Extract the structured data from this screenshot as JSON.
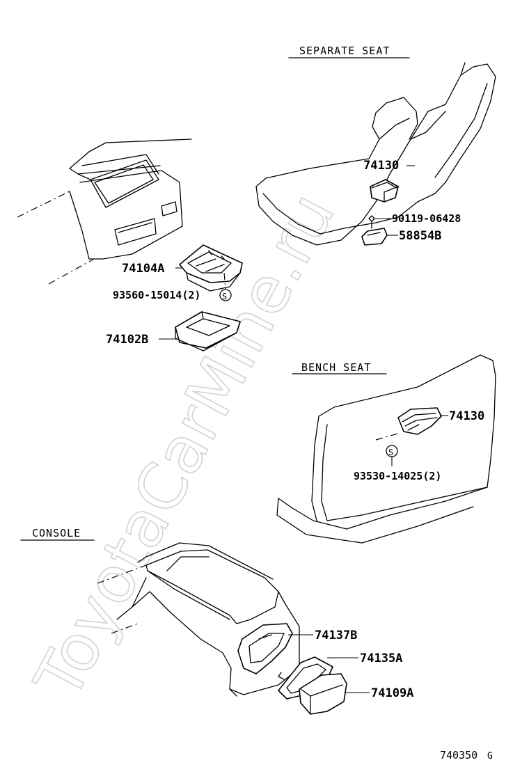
{
  "watermark": "ToyotaCarMine.ru",
  "sections": {
    "separate_seat": "SEPARATE SEAT",
    "bench_seat": "BENCH SEAT",
    "console": "CONSOLE"
  },
  "parts": {
    "p74104a": "74104A",
    "p93560": "93560-15014(2)",
    "p74102b": "74102B",
    "p74130_sep": "74130",
    "p90119": "90119-06428",
    "p58854b": "58854B",
    "p74130_bench": "74130",
    "p93530": "93530-14025(2)",
    "p74137b": "74137B",
    "p74135a": "74135A",
    "p74109a": "74109A"
  },
  "screw_symbol": "S",
  "diagram_code": "740350",
  "diagram_suffix": "G"
}
